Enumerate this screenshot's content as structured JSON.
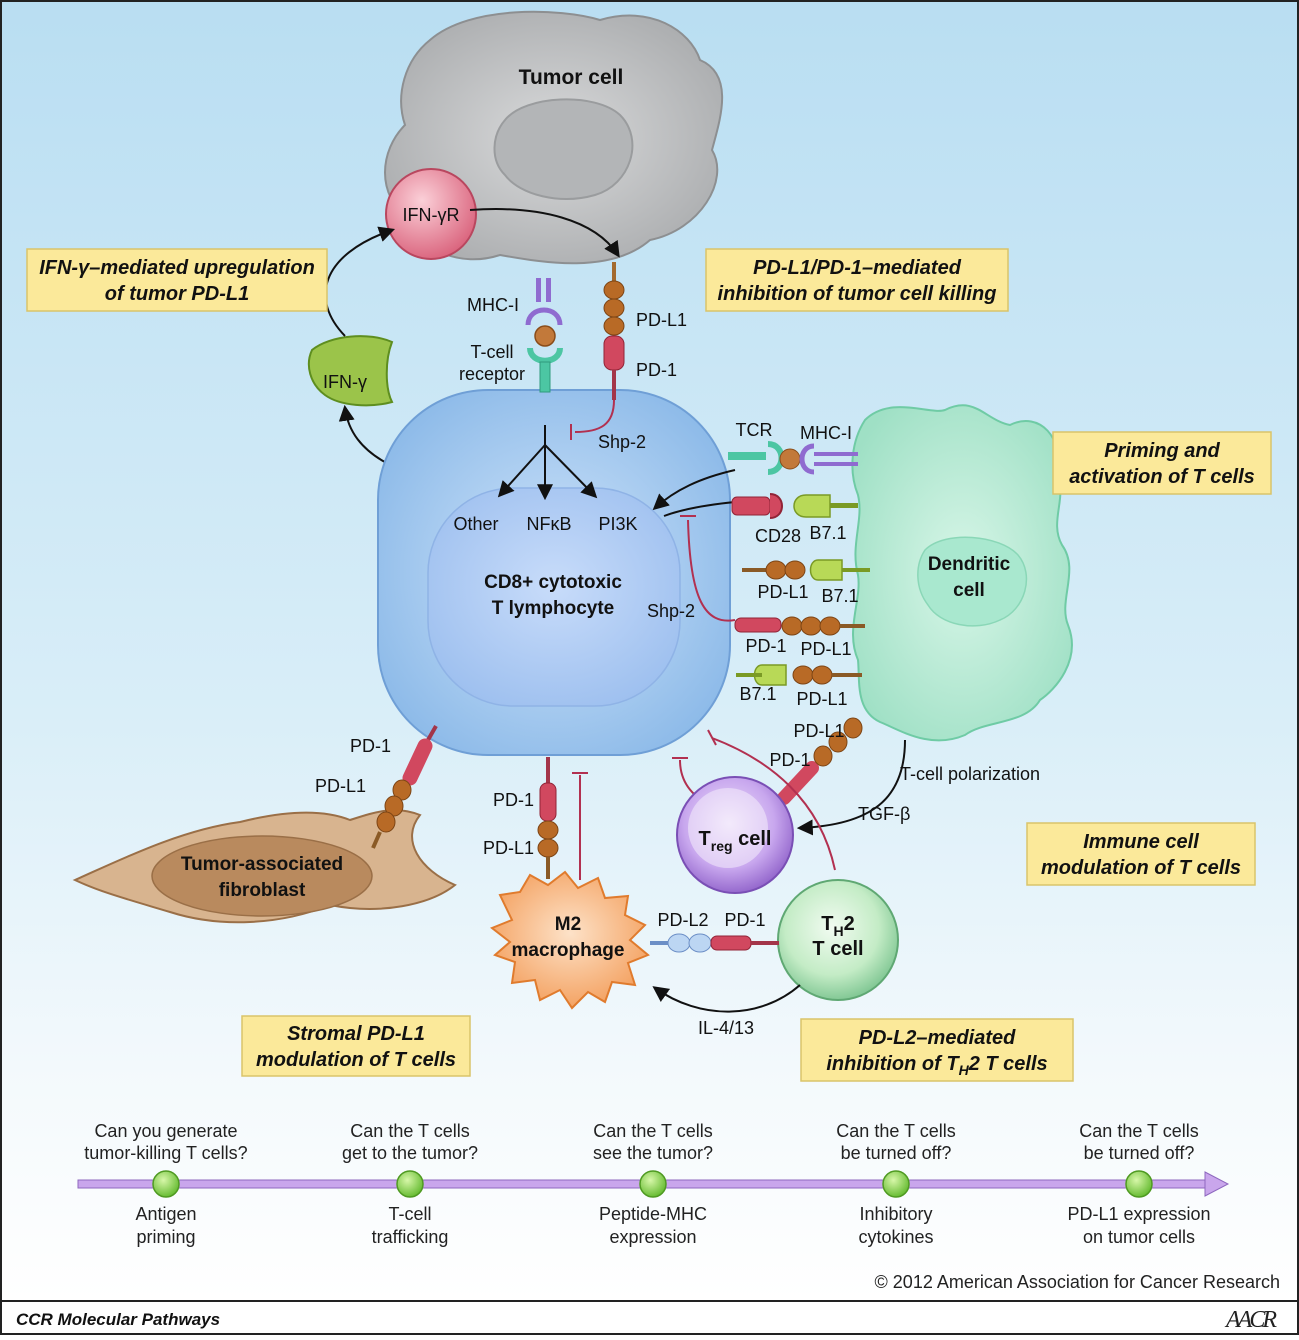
{
  "colors": {
    "background_top": "#bfe2f4",
    "background_bottom": "#ffffff",
    "callout_fill": "#fbe99a",
    "tcell": "#9ec8ee",
    "tumor": "#c9cbcc",
    "dendritic": "#b7ecd6",
    "macrophage": "#f6b47a",
    "fibroblast": "#d8b48f",
    "treg": "#c8a4ee",
    "th2": "#bfe9c2",
    "pd1": "#d1485f",
    "pdl1": "#b5651d",
    "timeline": "#b88ee0",
    "node": "#7ed338"
  },
  "cells": {
    "tumor": "Tumor cell",
    "tcell_line1": "CD8+ cytotoxic",
    "tcell_line2": "T lymphocyte",
    "dendritic_line1": "Dendritic",
    "dendritic_line2": "cell",
    "fibroblast_line1": "Tumor-associated",
    "fibroblast_line2": "fibroblast",
    "macrophage_line1": "M2",
    "macrophage_line2": "macrophage",
    "treg_main": "T",
    "treg_sub": "reg",
    "treg_rest": " cell",
    "th2_main": "T",
    "th2_sub": "H",
    "th2_rest": "2",
    "th2_line2": "T cell"
  },
  "molecules": {
    "ifngr": "IFN-γR",
    "ifng": "IFN-γ",
    "mhc1": "MHC-I",
    "tcr_line1": "T-cell",
    "tcr_line2": "receptor",
    "pdl1": "PD-L1",
    "pd1": "PD-1",
    "shp2": "Shp-2",
    "other": "Other",
    "nfkb": "NFκB",
    "pi3k": "PI3K",
    "tcr": "TCR",
    "cd28": "CD28",
    "b71": "B7.1",
    "pdl2": "PD-L2",
    "tcell_polarization": "T-cell polarization",
    "tgfb": "TGF-β",
    "il4": "IL-4/13"
  },
  "callouts": {
    "ifn_line1": "IFN-γ–mediated upregulation",
    "ifn_line2": "of tumor PD-L1",
    "pdl1_line1": "PD-L1/PD-1–mediated",
    "pdl1_line2": "inhibition of tumor cell killing",
    "priming_line1": "Priming and",
    "priming_line2": "activation of T cells",
    "immune_line1": "Immune cell",
    "immune_line2": "modulation of T cells",
    "stromal_line1": "Stromal PD-L1",
    "stromal_line2": "modulation of T cells",
    "pdl2_line1": "PD-L2–mediated",
    "pdl2_line2_a": "inhibition of T",
    "pdl2_line2_sub": "H",
    "pdl2_line2_b": "2 T cells"
  },
  "timeline": [
    {
      "question1": "Can you generate",
      "question2": "tumor-killing T cells?",
      "step1": "Antigen",
      "step2": "priming"
    },
    {
      "question1": "Can the T cells",
      "question2": "get to the tumor?",
      "step1": "T-cell",
      "step2": "trafficking"
    },
    {
      "question1": "Can the T cells",
      "question2": "see the tumor?",
      "step1": "Peptide-MHC",
      "step2": "expression"
    },
    {
      "question1": "Can the T cells",
      "question2": "be turned off?",
      "step1": "Inhibitory",
      "step2": "cytokines"
    },
    {
      "question1": "Can the T cells",
      "question2": "be turned off?",
      "step1": "PD-L1 expression",
      "step2": "on tumor cells"
    }
  ],
  "footer": {
    "copyright": "© 2012 American Association for Cancer Research",
    "journal": "CCR Molecular Pathways",
    "logo": "AACR"
  }
}
